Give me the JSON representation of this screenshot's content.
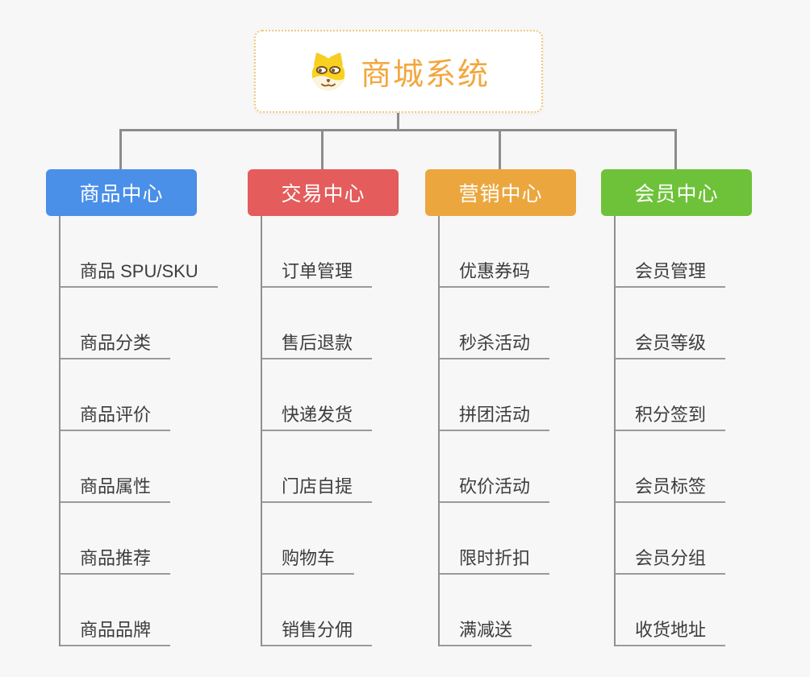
{
  "root": {
    "title": "商城系统",
    "icon": "doge-icon",
    "title_color": "#f2a73d",
    "border_color": "#f3c878"
  },
  "colors": {
    "background": "#f7f7f7",
    "connector": "#8c8c8c",
    "item_text": "#3d3d3d",
    "underline": "#9a9a9a"
  },
  "branches": [
    {
      "label": "商品中心",
      "color": "#4a8fe8",
      "items": [
        "商品 SPU/SKU",
        "商品分类",
        "商品评价",
        "商品属性",
        "商品推荐",
        "商品品牌"
      ]
    },
    {
      "label": "交易中心",
      "color": "#e45c5c",
      "items": [
        "订单管理",
        "售后退款",
        "快递发货",
        "门店自提",
        "购物车",
        "销售分佣"
      ]
    },
    {
      "label": "营销中心",
      "color": "#eba73e",
      "items": [
        "优惠券码",
        "秒杀活动",
        "拼团活动",
        "砍价活动",
        "限时折扣",
        "满减送"
      ]
    },
    {
      "label": "会员中心",
      "color": "#6ec239",
      "items": [
        "会员管理",
        "会员等级",
        "积分签到",
        "会员标签",
        "会员分组",
        "收货地址"
      ]
    }
  ]
}
